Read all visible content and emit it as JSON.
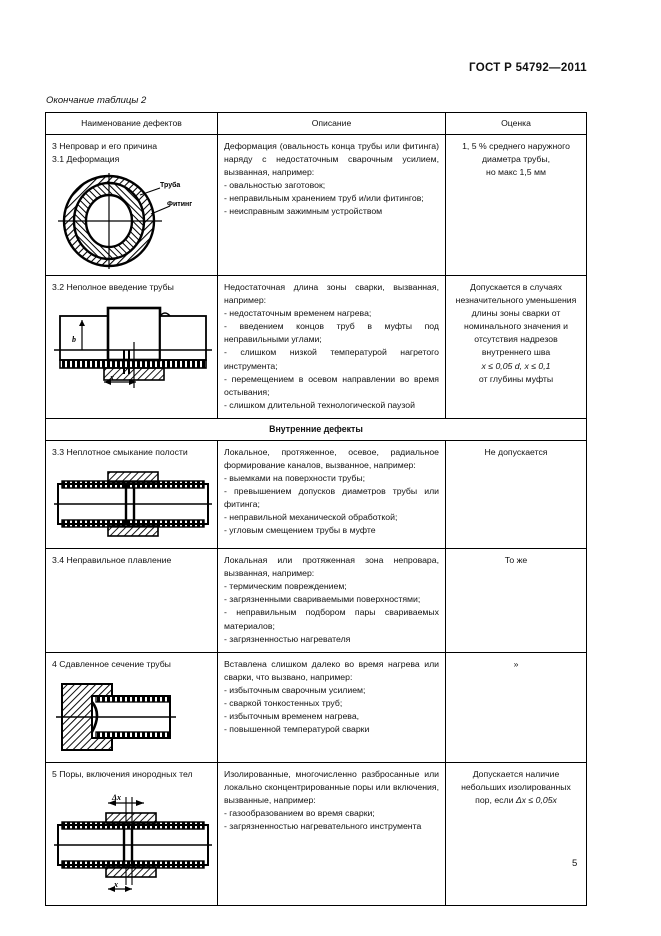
{
  "document": {
    "standard_header": "ГОСТ Р 54792—2011",
    "table_caption": "Окончание таблицы 2",
    "page_number": "5"
  },
  "table": {
    "headers": {
      "name": "Наименование дефектов",
      "description": "Описание",
      "evaluation": "Оценка"
    },
    "section_title": "Внутренние дефекты",
    "rows": [
      {
        "id": "row-3",
        "name_line1": "3  Непровар и его причина",
        "name_line2": "3.1  Деформация",
        "figure": "pipe-fitting-cross-section",
        "figure_labels": {
          "pipe": "Труба",
          "fitting": "Фитинг"
        },
        "description": "Деформация (овальность конца трубы или фитинга) наряду с недостаточным сварочным усилием, вызванная, например:\n- овальностью заготовок;\n- неправильным хранением труб и/или фитингов;\n- неисправным зажимным устройством",
        "evaluation": "1, 5 % среднего наружного диаметра трубы,\nно макс 1,5 мм"
      },
      {
        "id": "row-3-2",
        "name_line1": "3.2  Неполное введение трубы",
        "figure": "incomplete-pipe-insertion",
        "figure_labels": {
          "dim_b": "b",
          "dim_x": "x"
        },
        "description": "Недостаточная длина зоны сварки, вызванная, например:\n- недостаточным временем нагрева;\n- введением концов труб в муфты под неправильными углами;\n- слишком низкой температурой нагретого инструмента;\n- перемещением в осевом направлении во время остывания;\n- слишком длительной технологической паузой",
        "evaluation_text": "Допускается в случаях незначительного уменьшения длины зоны сварки от номинального значения и отсутствия надрезов внутреннего шва",
        "evaluation_formula": "x ≤ 0,05 d, x ≤ 0,1",
        "evaluation_tail": "от глубины муфты"
      },
      {
        "id": "row-3-3",
        "name_line1": "3.3  Неплотное смыкание полости",
        "figure": "loose-cavity-closure",
        "description": "Локальное, протяженное, осевое, радиальное формирование каналов, вызванное, например:\n- выемками на поверхности трубы;\n- превышением допусков диаметров трубы или фитинга;\n- неправильной механической обработкой;\n- угловым смещением трубы в муфте",
        "evaluation": "Не допускается"
      },
      {
        "id": "row-3-4",
        "name_line1": "3.4  Неправильное плавление",
        "description": "Локальная или протяженная зона непровара, вызванная, например:\n- термическим повреждением;\n- загрязненными свариваемыми поверхностями;\n- неправильным подбором пары свариваемых материалов;\n- загрязненностью нагревателя",
        "evaluation": "То же"
      },
      {
        "id": "row-4",
        "name_line1": "4  Сдавленное сечение трубы",
        "figure": "compressed-pipe-section",
        "description": "Вставлена слишком далеко во время нагрева или сварки, что вызвано, например:\n- избыточным сварочным усилием;\n- сваркой тонкостенных труб;\n- избыточным временем нагрева,\n- повышенной температурой сварки",
        "evaluation": "»"
      },
      {
        "id": "row-5",
        "name_line1": "5  Поры, включения инородных тел",
        "figure": "pores-foreign-inclusions",
        "figure_labels": {
          "delta_x": "Δx",
          "dim_x": "x"
        },
        "description": "Изолированные, многочисленно разбросанные или локально сконцентрированные поры или включения, вызванные, например:\n- газообразованием во время сварки;\n- загрязненностью нагревательного инструмента",
        "evaluation_text": "Допускается наличие небольших изолированных пор, если",
        "evaluation_formula": "Δx ≤ 0,05x"
      }
    ]
  }
}
